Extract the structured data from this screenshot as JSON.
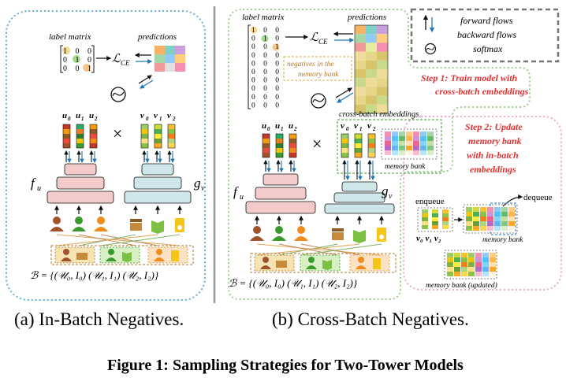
{
  "panel_a": {
    "label_matrix_title": "label matrix",
    "predictions_title": "predictions",
    "loss_label": "ℒ",
    "loss_sub": "CE",
    "label_matrix_rows": [
      "1 0 0",
      "0 1 0",
      "0 0 1"
    ],
    "u_vectors": [
      "u",
      "0",
      "u",
      "1",
      "u",
      "2"
    ],
    "v_vectors": [
      "v",
      "0",
      "v",
      "1",
      "v",
      "2"
    ],
    "times": "×",
    "f_label": "f",
    "f_sub": "u",
    "g_label": "g",
    "g_sub": "v",
    "batch_formula": "ℬ = {(𝒰₀, I₀)  (𝒰₁, I₁)  (𝒰₂, I₂)}",
    "caption": "(a) In-Batch Negatives."
  },
  "panel_b": {
    "label_matrix_title": "label matrix",
    "predictions_title": "predictions",
    "loss_label": "ℒ",
    "loss_sub": "CE",
    "negatives_note": [
      "negatives in the",
      "memory bank"
    ],
    "cross_batch_label": "cross-batch embeddings",
    "memory_bank_label": "memory bank",
    "u_vectors": [
      "u",
      "0",
      "u",
      "1",
      "u",
      "2"
    ],
    "v_vectors": [
      "v",
      "0",
      "v",
      "1",
      "v",
      "2"
    ],
    "times": "×",
    "f_label": "f",
    "f_sub": "u",
    "g_label": "g",
    "g_sub": "v",
    "batch_formula": "ℬ = {(𝒰₀, I₀)  (𝒰₁, I₁)  (𝒰₂, I₂)}",
    "caption": "(b) Cross-Batch Negatives."
  },
  "legend": {
    "forward": "forward flows",
    "backward": "backward flows",
    "softmax": "softmax"
  },
  "step1": [
    "Step 1: Train model with",
    "cross-batch embeddings"
  ],
  "step2": {
    "lines": [
      "Step 2: Update",
      "memory bank",
      "with in-batch",
      "embeddings"
    ],
    "enqueue": "enqueue",
    "dequeue": "dequeue",
    "memory_bank": "memory bank",
    "memory_bank_updated": "memory bank (updated)",
    "v_vectors": "v₀ v₁ v₂"
  },
  "figure_caption": "Figure 1: Sampling Strategies for Two-Tower Models",
  "colors": {
    "user_brown": "#a0522d",
    "user_green": "#3a9a2e",
    "user_orange": "#f08c1c",
    "tower_pink": "#f3cbcb",
    "tower_blue": "#cfe6ea",
    "dotted_blue": "#6aaed6",
    "dotted_green": "#9ccf8e",
    "dotted_pink": "#f2a6c8",
    "step_red": "#e03232"
  }
}
